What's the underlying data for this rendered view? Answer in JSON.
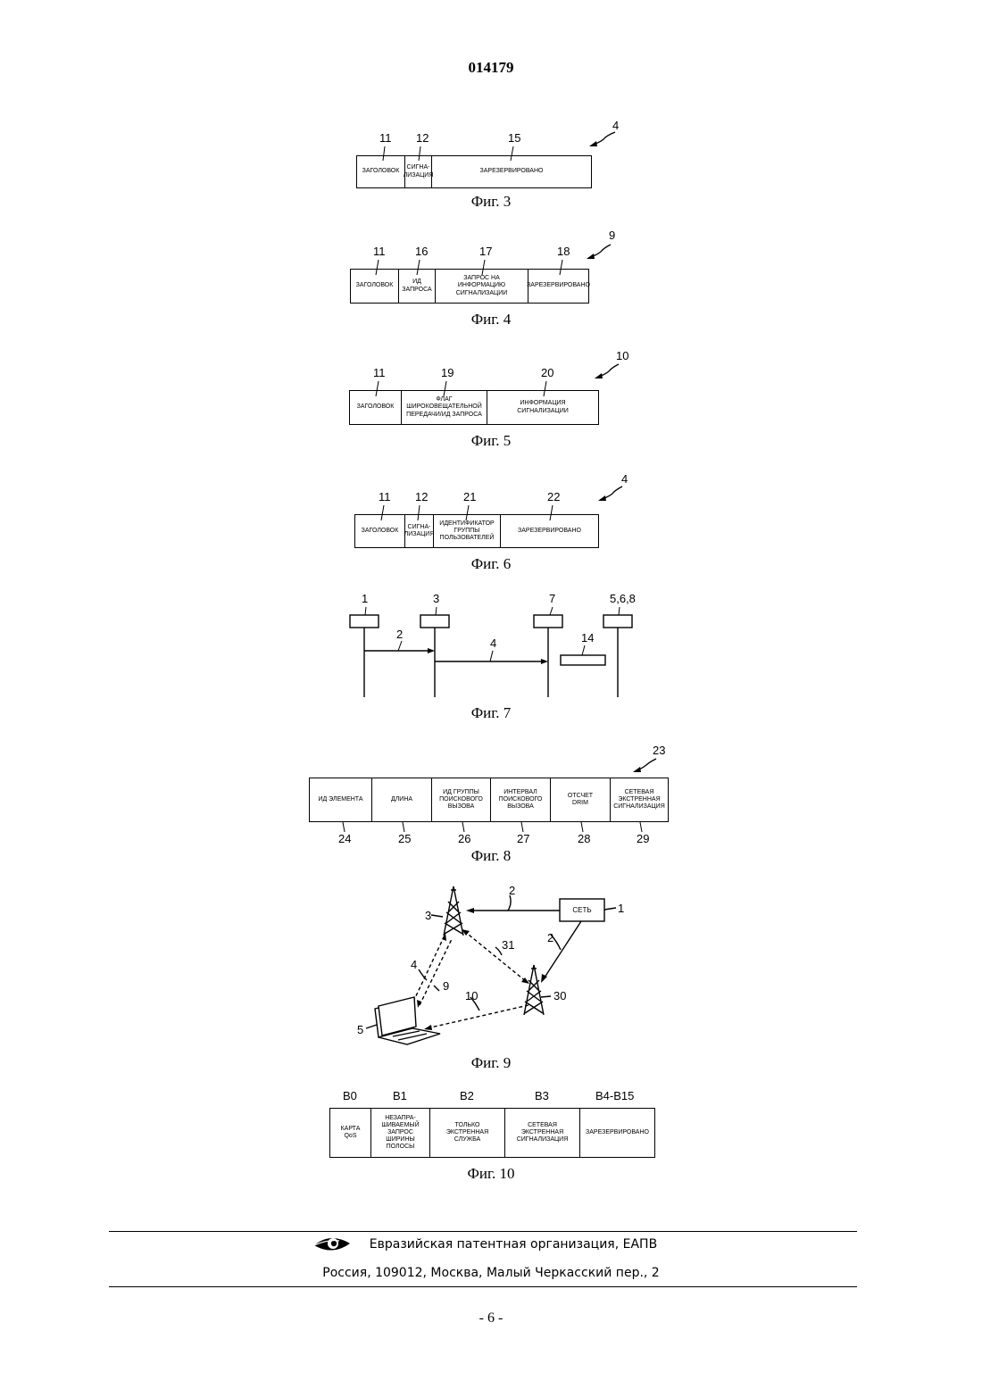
{
  "header": {
    "doc_number": "014179"
  },
  "fig3": {
    "caption": "Фиг. 3",
    "ref": "4",
    "labels": [
      "11",
      "12",
      "15"
    ],
    "cells": [
      "ЗАГОЛОВОК",
      "СИГНА-\nЛИЗАЦИЯ",
      "ЗАРЕЗЕРВИРОВАНО"
    ]
  },
  "fig4": {
    "caption": "Фиг. 4",
    "ref": "9",
    "labels": [
      "11",
      "16",
      "17",
      "18"
    ],
    "cells": [
      "ЗАГОЛОВОК",
      "ИД\nЗАПРОСА",
      "ЗАПРОС НА\nИНФОРМАЦИЮ\nСИГНАЛИЗАЦИИ",
      "ЗАРЕЗЕРВИРОВАНО"
    ]
  },
  "fig5": {
    "caption": "Фиг. 5",
    "ref": "10",
    "labels": [
      "11",
      "19",
      "20"
    ],
    "cells": [
      "ЗАГОЛОВОК",
      "ФЛАГ\nШИРОКОВЕЩАТЕЛЬНОЙ\nПЕРЕДАЧИ/ИД ЗАПРОСА",
      "ИНФОРМАЦИЯ\nСИГНАЛИЗАЦИИ"
    ]
  },
  "fig6": {
    "caption": "Фиг. 6",
    "ref": "4",
    "labels": [
      "11",
      "12",
      "21",
      "22"
    ],
    "cells": [
      "ЗАГОЛОВОК",
      "СИГНА-\nЛИЗАЦИЯ",
      "ИДЕНТИФИКАТОР\nГРУППЫ\nПОЛЬЗОВАТЕЛЕЙ",
      "ЗАРЕЗЕРВИРОВАНО"
    ]
  },
  "fig7": {
    "caption": "Фиг. 7",
    "entities": [
      "1",
      "3",
      "7",
      "5,6,8"
    ],
    "messages": [
      "2",
      "4"
    ],
    "process": "14"
  },
  "fig8": {
    "caption": "Фиг. 8",
    "ref": "23",
    "cells": [
      "ИД ЭЛЕМЕНТА",
      "ДЛИНА",
      "ИД ГРУППЫ\nПОИСКОВОГО\nВЫЗОВА",
      "ИНТЕРВАЛ\nПОИСКОВОГО\nВЫЗОВА",
      "ОТСЧЕТ\nDRIM",
      "СЕТЕВАЯ\nЭКСТРЕННАЯ\nСИГНАЛИЗАЦИЯ"
    ],
    "labels": [
      "24",
      "25",
      "26",
      "27",
      "28",
      "29"
    ]
  },
  "fig9": {
    "caption": "Фиг. 9",
    "network_label": "СЕТЬ",
    "refs": {
      "network": "1",
      "base_station_a": "3",
      "base_station_b": "30",
      "terminal": "5",
      "link_net_a": "2",
      "link_net_b": "2",
      "link_ab": "31",
      "uplink": "4",
      "downlink": "9",
      "broadcast": "10"
    }
  },
  "fig10": {
    "caption": "Фиг. 10",
    "bits": [
      "B0",
      "B1",
      "B2",
      "B3",
      "B4-B15"
    ],
    "cells": [
      "КАРТА\nQoS",
      "НЕЗАПРА-\nШИВАЕМЫЙ\nЗАПРОС ШИРИНЫ\nПОЛОСЫ",
      "ТОЛЬКО\nЭКСТРЕННАЯ\nСЛУЖБА",
      "СЕТЕВАЯ\nЭКСТРЕННАЯ\nСИГНАЛИЗАЦИЯ",
      "ЗАРЕЗЕРВИРОВАНО"
    ]
  },
  "footer": {
    "org": "Евразийская патентная организация, ЕАПВ",
    "address": "Россия, 109012, Москва, Малый Черкасский пер., 2",
    "logo": "eapo-eye-logo"
  },
  "page_number": "- 6 -"
}
